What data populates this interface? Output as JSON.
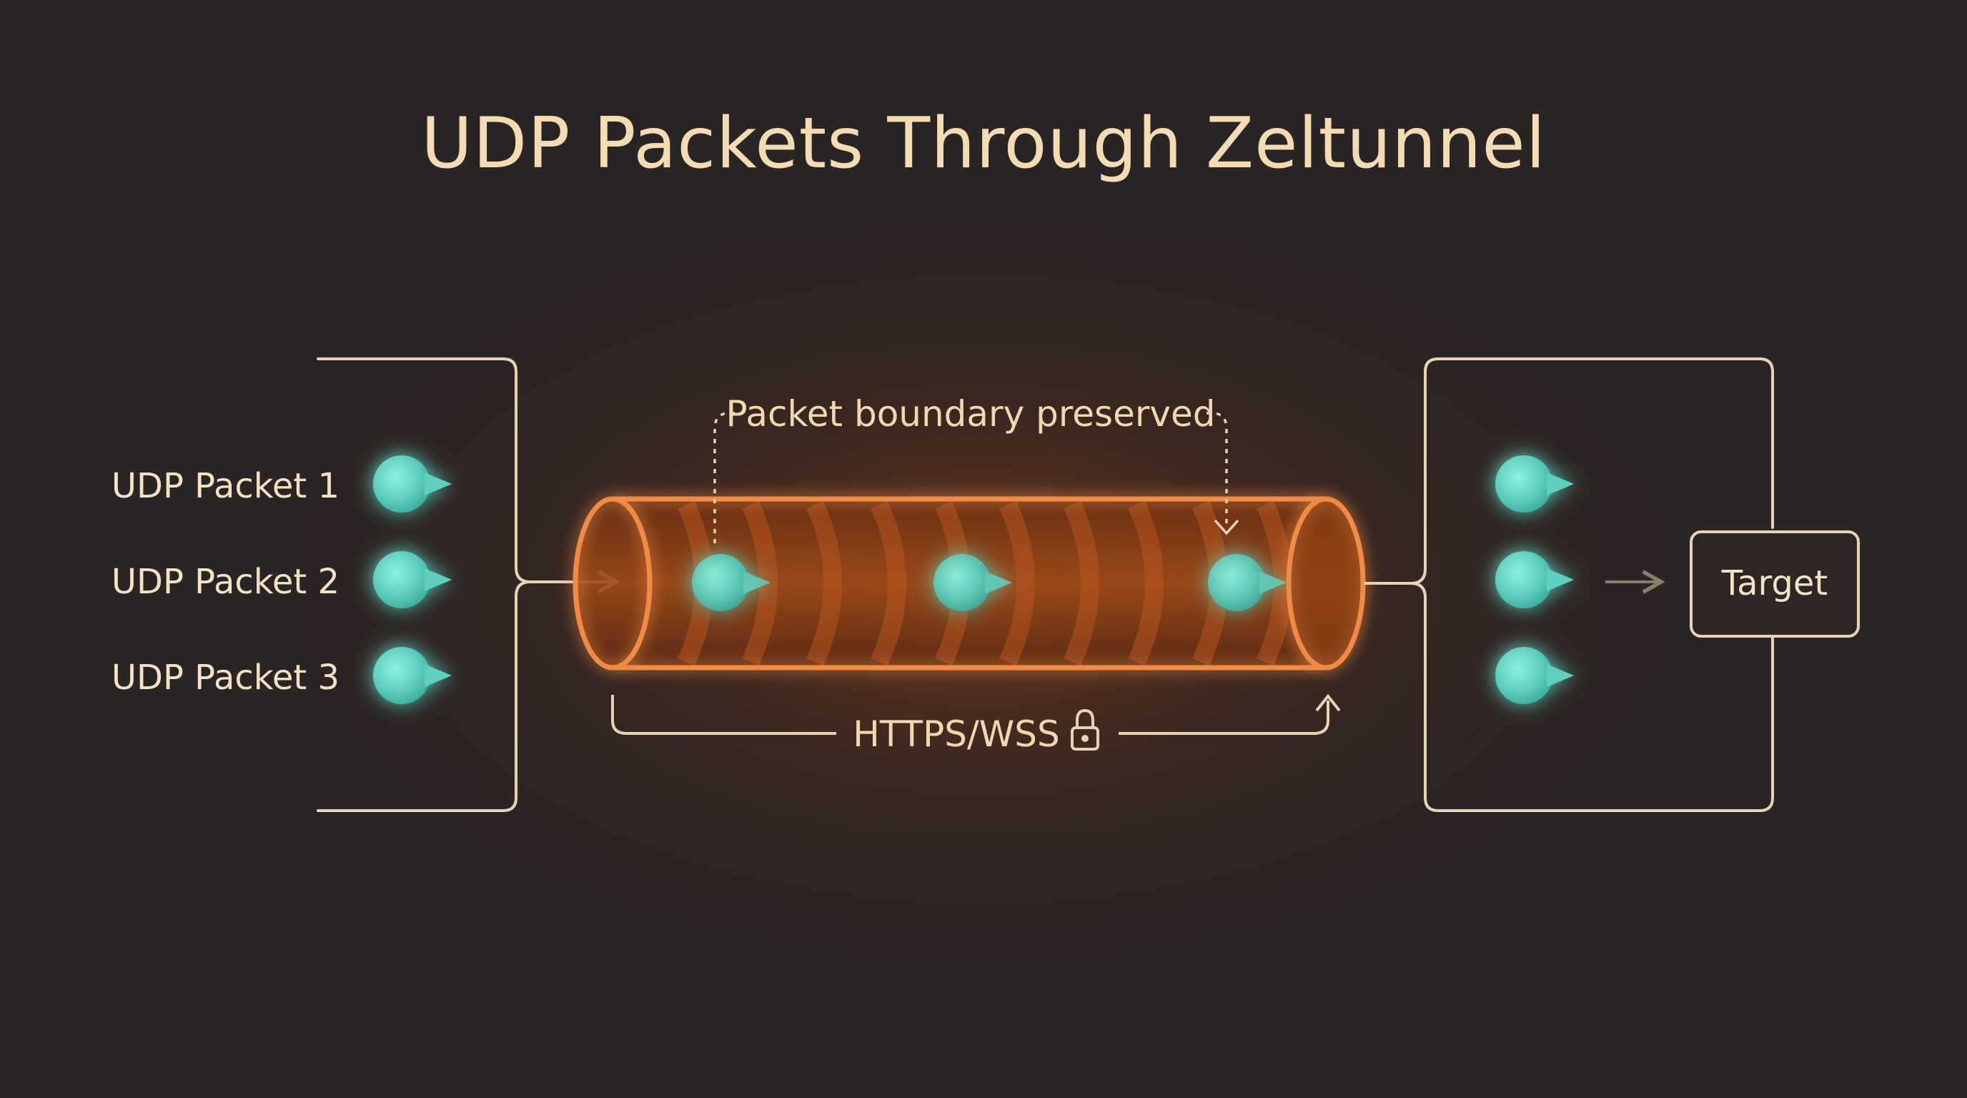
{
  "title": "UDP Packets Through Zeltunnel",
  "source_packets": [
    {
      "label": "UDP Packet 1"
    },
    {
      "label": "UDP Packet 2"
    },
    {
      "label": "UDP Packet 3"
    }
  ],
  "tunnel": {
    "boundary_note": "Packet boundary preserved",
    "protocol_label": "HTTPS/WSS",
    "protocol_icon": "lock-icon",
    "packets_inside": 3
  },
  "destination": {
    "packets": 3,
    "target_label": "Target"
  },
  "colors": {
    "background": "#2b2424",
    "title": "#f3dcb4",
    "packet": "#66d4c4",
    "tunnel": "#f08a44",
    "lines": "#e6d2b4"
  }
}
